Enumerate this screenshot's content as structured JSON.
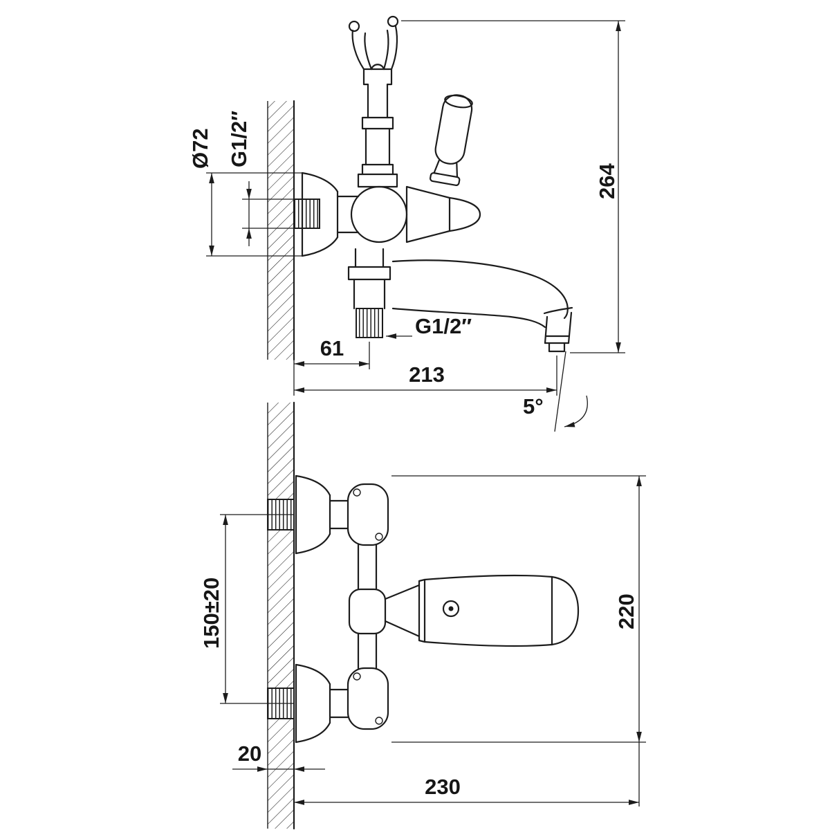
{
  "page": {
    "background": "#ffffff",
    "line_color": "#1c1c1c",
    "kind": "faucet installation technical drawing"
  },
  "views": {
    "side": {
      "name": "side-view",
      "dimensions": {
        "flange_diameter": "Ø72",
        "inlet_thread": "G1/2″",
        "overall_height": "264",
        "outlet_offset": "61",
        "spout_reach": "213",
        "outlet_thread": "G1/2″",
        "spout_angle": "5°"
      }
    },
    "front": {
      "name": "front-view",
      "dimensions": {
        "mounting_centers": "150±20",
        "body_height": "220",
        "wall_plate_depth": "20",
        "overall_width": "230"
      }
    }
  }
}
